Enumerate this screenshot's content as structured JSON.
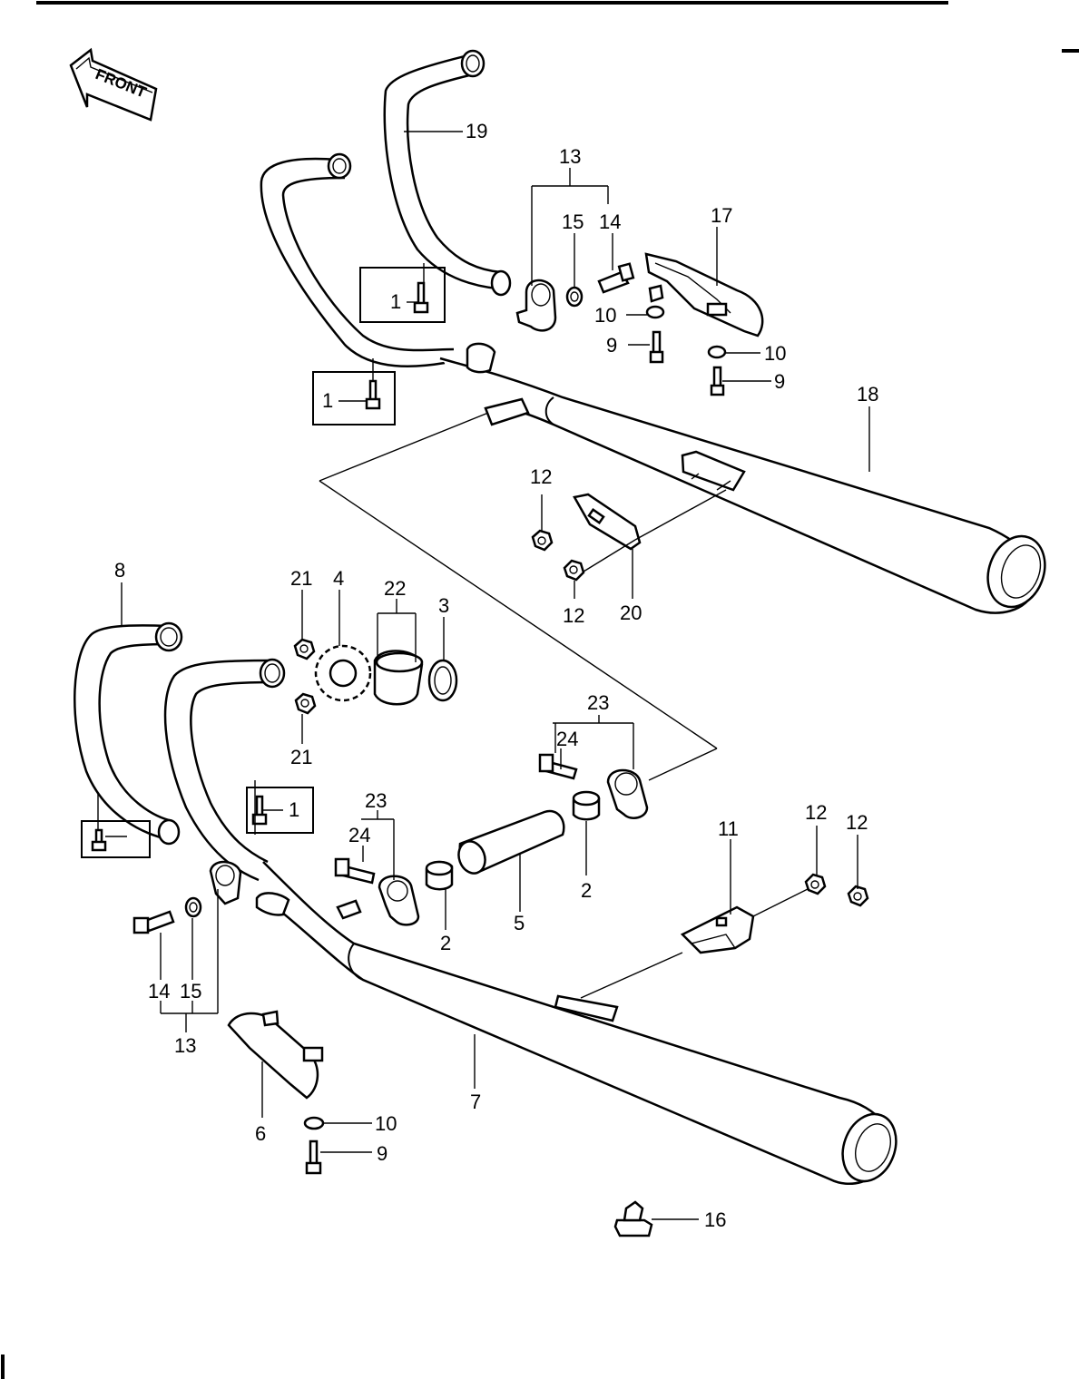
{
  "front_arrow": {
    "text": "FRONT"
  },
  "colors": {
    "ink": "#000000",
    "paper": "#ffffff"
  },
  "callouts": {
    "c19": "19",
    "c13_top": "13",
    "c15_top": "15",
    "c14_top": "14",
    "c17": "17",
    "c1_a": "1",
    "c1_b": "1",
    "c10_a": "10",
    "c9_a": "9",
    "c10_b": "10",
    "c9_b": "9",
    "c18": "18",
    "c12_a": "12",
    "c12_b": "12",
    "c20": "20",
    "c8": "8",
    "c21_a": "21",
    "c4": "4",
    "c22": "22",
    "c3": "3",
    "c21_b": "21",
    "c23_a": "23",
    "c24_a": "24",
    "c1_c": "1",
    "c23_b": "23",
    "c24_b": "24",
    "c11": "11",
    "c12_c": "12",
    "c12_d": "12",
    "c2_a": "2",
    "c5": "5",
    "c2_b": "2",
    "c14_bot": "14",
    "c15_bot": "15",
    "c13_bot": "13",
    "c7": "7",
    "c6": "6",
    "c10_c": "10",
    "c9_c": "9",
    "c16": "16"
  }
}
